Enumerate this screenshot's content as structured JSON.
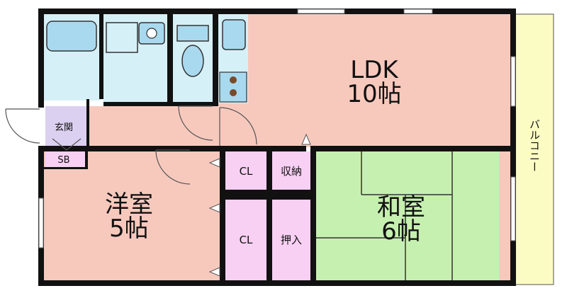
{
  "rooms": {
    "ldk": {
      "name": "LDK",
      "size": "10帖"
    },
    "western": {
      "name": "洋室",
      "size": "5帖"
    },
    "japanese": {
      "name": "和室",
      "size": "6帖"
    },
    "entrance": "玄関",
    "shoe_box": "SB",
    "closet_top": "CL",
    "closet_bottom": "CL",
    "storage": "収納",
    "oshiire": "押入",
    "balcony": "バルコニー"
  },
  "colors": {
    "wall": "#111111",
    "ldk": "#f7c9bd",
    "western": "#f7c9bd",
    "japanese": "#c6f0b0",
    "wet_area": "#d6f0f8",
    "closet": "#f8d0f3",
    "entrance": "#dcd0f0",
    "balcony": "#fbfbc4",
    "fixture": "#a9d9ee"
  }
}
